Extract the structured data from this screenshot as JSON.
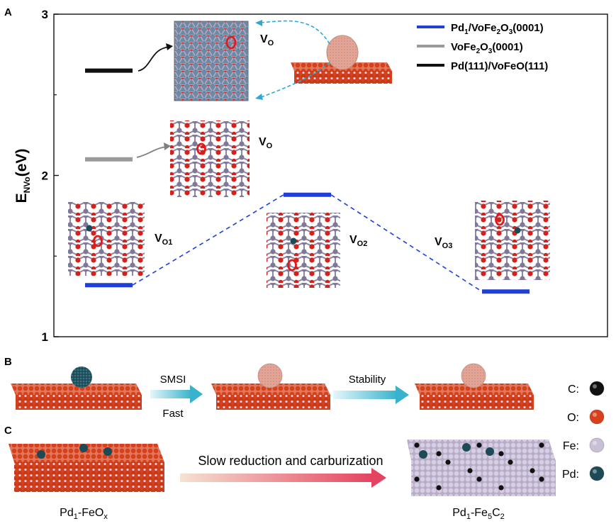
{
  "panels": {
    "a": "A",
    "b": "B",
    "c": "C"
  },
  "chart_data": {
    "type": "diagram-energy-levels",
    "ylabel": {
      "main": "E",
      "sub": "NVo",
      "unit": "(eV)"
    },
    "ylim": [
      1,
      3
    ],
    "yticks": [
      "1",
      "2",
      "3"
    ],
    "legend": [
      {
        "name": "Pd1/VoFe2O3(0001)",
        "parts": [
          [
            "Pd",
            ""
          ],
          [
            "1",
            "sub"
          ],
          [
            "/VoFe",
            ""
          ],
          [
            "2",
            "sub"
          ],
          [
            "O",
            ""
          ],
          [
            "3",
            "sub"
          ],
          [
            "(0001)",
            ""
          ]
        ],
        "color": "#1f3fd6"
      },
      {
        "name": "VoFe2O3(0001)",
        "parts": [
          [
            "VoFe",
            ""
          ],
          [
            "2",
            "sub"
          ],
          [
            "O",
            ""
          ],
          [
            "3",
            "sub"
          ],
          [
            "(0001)",
            ""
          ]
        ],
        "color": "#9a9a9a"
      },
      {
        "name": "Pd(111)/VoFeO(111)",
        "parts": [
          [
            "Pd(111)/VoFeO(111)",
            ""
          ]
        ],
        "color": "#111111"
      }
    ],
    "levels": [
      {
        "series": "Pd(111)/VoFeO(111)",
        "value": 2.65,
        "color": "#111111"
      },
      {
        "series": "VoFe2O3(0001)",
        "value": 2.1,
        "color": "#9a9a9a"
      },
      {
        "series": "Pd1/VoFe2O3(0001)",
        "site": "VO1",
        "value": 1.32,
        "color": "#1f3fd6"
      },
      {
        "series": "Pd1/VoFe2O3(0001)",
        "site": "VO2",
        "value": 1.88,
        "color": "#1f3fd6"
      },
      {
        "series": "Pd1/VoFe2O3(0001)",
        "site": "VO3",
        "value": 1.28,
        "color": "#1f3fd6"
      }
    ],
    "site_labels": {
      "vo_main": "V",
      "vo_sub": "O",
      "vo1_sub": "O1",
      "vo2_sub": "O2",
      "vo3_sub": "O3"
    }
  },
  "panel_b": {
    "step1_top": "SMSI",
    "step1_bottom": "Fast",
    "step2_top": "Stability"
  },
  "panel_c": {
    "arrow_label": "Slow reduction and carburization",
    "left_label": {
      "parts": [
        [
          "Pd",
          ""
        ],
        [
          "1",
          "sub"
        ],
        [
          "-FeO",
          ""
        ],
        [
          "x",
          "sub"
        ]
      ]
    },
    "right_label": {
      "parts": [
        [
          "Pd",
          ""
        ],
        [
          "1",
          "sub"
        ],
        [
          "-Fe",
          ""
        ],
        [
          "5",
          "sub"
        ],
        [
          "C",
          ""
        ],
        [
          "2",
          "sub"
        ]
      ]
    }
  },
  "atom_legend": [
    {
      "label": "C:",
      "color": "#111111"
    },
    {
      "label": "O:",
      "color": "#d8401c"
    },
    {
      "label": "Fe:",
      "color": "#c9c0d6"
    },
    {
      "label": "Pd:",
      "color": "#1d4a57"
    }
  ]
}
